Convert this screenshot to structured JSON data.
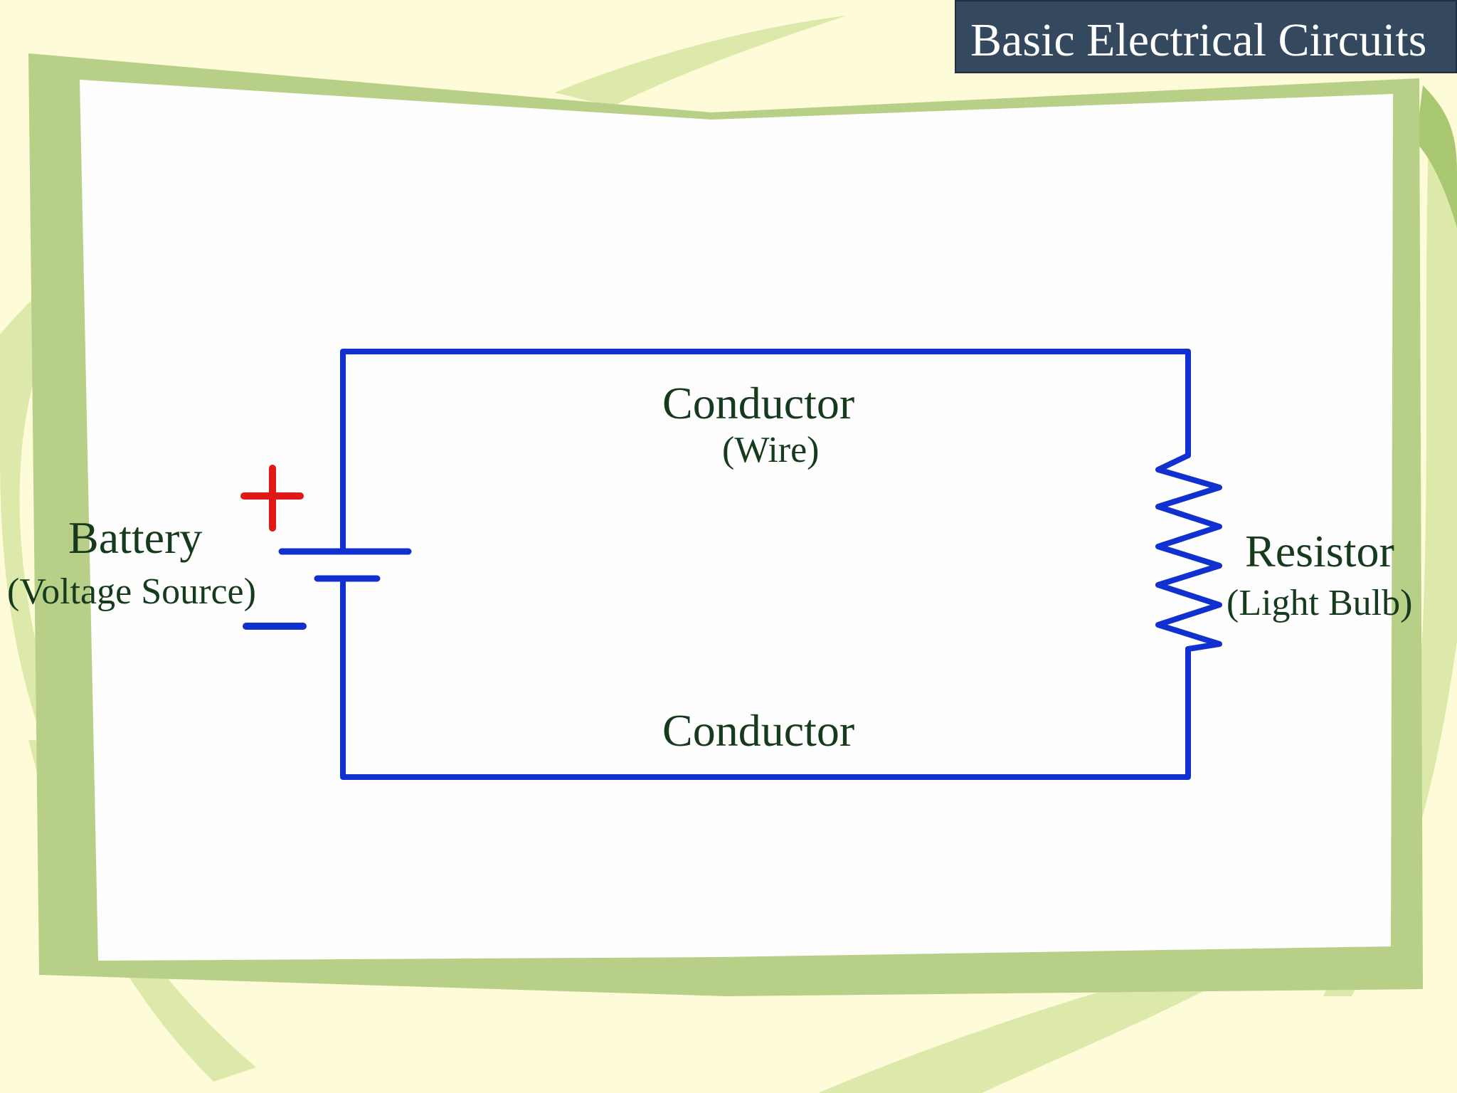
{
  "slide": {
    "title": "Basic Electrical Circuits"
  },
  "colors": {
    "background": "#fdfbd8",
    "frame": "#b8cf88",
    "wire": "#1030d0",
    "plus_sign": "#e01818",
    "minus_sign": "#1030d0",
    "label_text": "#163a1c",
    "title_bg": "#34495e",
    "title_text": "#ffffff"
  },
  "diagram": {
    "top_conductor_label": "Conductor",
    "top_conductor_sublabel": "(Wire)",
    "bottom_conductor_label": "Conductor",
    "battery_label": "Battery",
    "battery_sublabel": "(Voltage Source)",
    "resistor_label": "Resistor",
    "resistor_sublabel": "(Light Bulb)",
    "positive_symbol": "+",
    "negative_symbol": "−"
  }
}
